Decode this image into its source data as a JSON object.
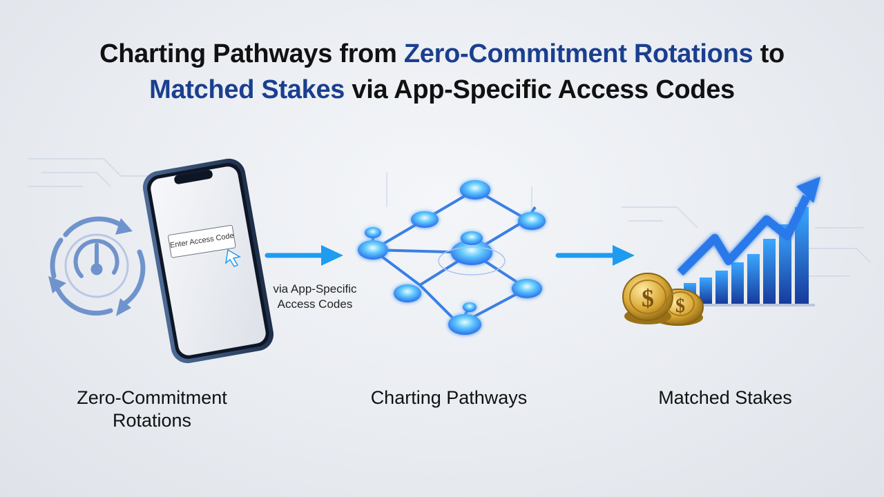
{
  "title": {
    "line1_pre": "Charting Pathways from ",
    "line1_accent": "Zero-Commitment Rotations",
    "line1_post": " to",
    "line2_accent": "Matched Stakes",
    "line2_post": " via App-Specific Access Codes"
  },
  "phone": {
    "input_text": "Enter Access Code"
  },
  "connector": {
    "via_line1": "via App-Specific",
    "via_line2": "Access Codes"
  },
  "stages": [
    {
      "line1": "Zero-Commitment",
      "line2": "Rotations"
    },
    {
      "label": "Charting Pathways"
    },
    {
      "label": "Matched Stakes"
    }
  ],
  "coins": {
    "symbol": "$"
  },
  "colors": {
    "accent": "#1b3f8f",
    "arrow": "#1e9cf0",
    "node": "#3a8ef5"
  }
}
